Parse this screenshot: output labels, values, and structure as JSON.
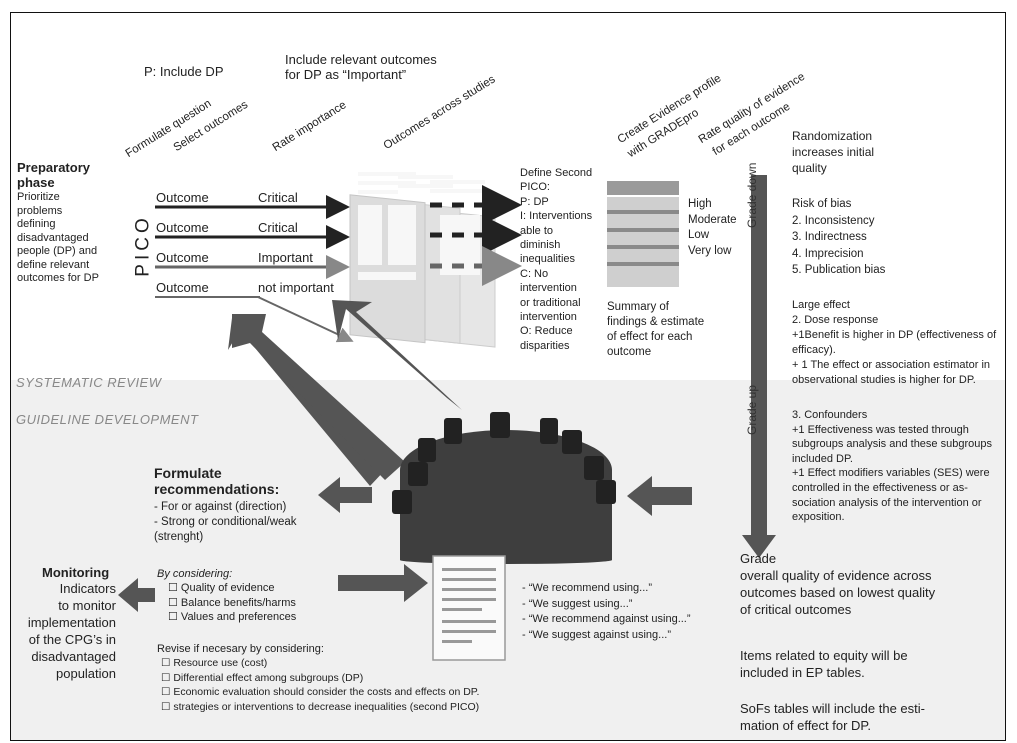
{
  "top": {
    "p_include": "P: Include DP",
    "include_outcomes": [
      "Include relevant outcomes",
      "for DP as “Important”"
    ]
  },
  "steps": {
    "formulate_question": "Formulate question",
    "select_outcomes": "Select outcomes",
    "rate_importance": "Rate importance",
    "outcomes_across": "Outcomes across studies",
    "create_profile": [
      "Create Evidence profile",
      "with GRADEpro"
    ],
    "rate_quality": [
      "Rate quality of evidence",
      "for each outcome"
    ]
  },
  "preparatory": {
    "title": [
      "Preparatory",
      "phase"
    ],
    "desc": [
      "Prioritize",
      "problems",
      "defining",
      "disadvantaged",
      "people (DP) and",
      "define relevant",
      "outcomes for DP"
    ]
  },
  "pico_label": "PICO",
  "outcome_rows": [
    {
      "outcome": "Outcome",
      "rating": "Critical"
    },
    {
      "outcome": "Outcome",
      "rating": "Critical"
    },
    {
      "outcome": "Outcome",
      "rating": "Important"
    },
    {
      "outcome": "Outcome",
      "rating": "not important"
    }
  ],
  "second_pico": [
    "Define Second",
    "PICO:",
    "P: DP",
    "I: Interventions",
    "able to",
    "diminish",
    "inequalities",
    "C: No",
    "intervention",
    "or traditional",
    "intervention",
    "O: Reduce",
    "disparities"
  ],
  "quality_levels": [
    "High",
    "Moderate",
    "Low",
    "Very low"
  ],
  "summary_findings": [
    "Summary of",
    "findings & estimate",
    "of effect for each",
    "outcome"
  ],
  "grade_down_label": "Grade down",
  "grade_up_label": "Grade up",
  "randomization": [
    "Randomization",
    "increases initial",
    "quality"
  ],
  "downgrade_items": [
    "Risk of bias",
    "2. Inconsistency",
    "3. Indirectness",
    "4. Imprecision",
    "5. Publication bias"
  ],
  "upgrade_items": [
    "Large effect",
    "2. Dose response",
    "+1Benefit is higher in DP (effectiveness of",
    "efficacy).",
    "+ 1 The effect or association estimator in",
    "observational studies is higher for DP."
  ],
  "confounders": [
    "3. Confounders",
    "+1 Effectiveness was tested through",
    "subgroups analysis and these subgroups",
    "included DP.",
    "+1 Effect modifiers variables (SES) were",
    "controlled in the effectiveness or as-",
    "sociation analysis of the intervention or",
    "exposition."
  ],
  "section_systematic": "SYSTEMATIC REVIEW",
  "section_guideline": "GUIDELINE DEVELOPMENT",
  "formulate_rec": {
    "title": [
      "Formulate",
      "recommendations:"
    ],
    "items": [
      "- For or against (direction)",
      "- Strong or conditional/weak",
      "(strenght)"
    ]
  },
  "considering": {
    "heading": "By considering:",
    "items": [
      "☐ Quality of evidence",
      "☐ Balance benefits/harms",
      "☐ Values and preferences"
    ]
  },
  "revise": {
    "heading": "Revise if necesary by considering:",
    "items": [
      "☐ Resource use (cost)",
      "☐ Differential effect among subgroups (DP)",
      "☐ Economic evaluation should consider the costs and effects on DP.",
      "☐ strategies or interventions to decrease inequalities  (second PICO)"
    ]
  },
  "monitoring": {
    "title": "Monitoring",
    "desc": [
      "Indicators",
      "to monitor",
      "implementation",
      "of the CPG’s in",
      "disadvantaged",
      "population"
    ]
  },
  "recommend_phrases": [
    "- “We recommend using...”",
    "- “We suggest using...”",
    "- “We recommend against using...”",
    "- “We suggest against using...”"
  ],
  "grade_overall": [
    "Grade",
    "overall quality of evidence across",
    "outcomes based on lowest quality",
    "of critical outcomes"
  ],
  "equity_note": [
    "Items related to equity will be",
    "included  in EP tables."
  ],
  "sof_note": [
    "SoFs tables will include the esti-",
    "mation of effect for DP."
  ],
  "colors": {
    "arrow_dark": "#4a4a4a",
    "arrow_grey": "#777777",
    "band": "#f0f0f0",
    "section_text": "#888888"
  }
}
